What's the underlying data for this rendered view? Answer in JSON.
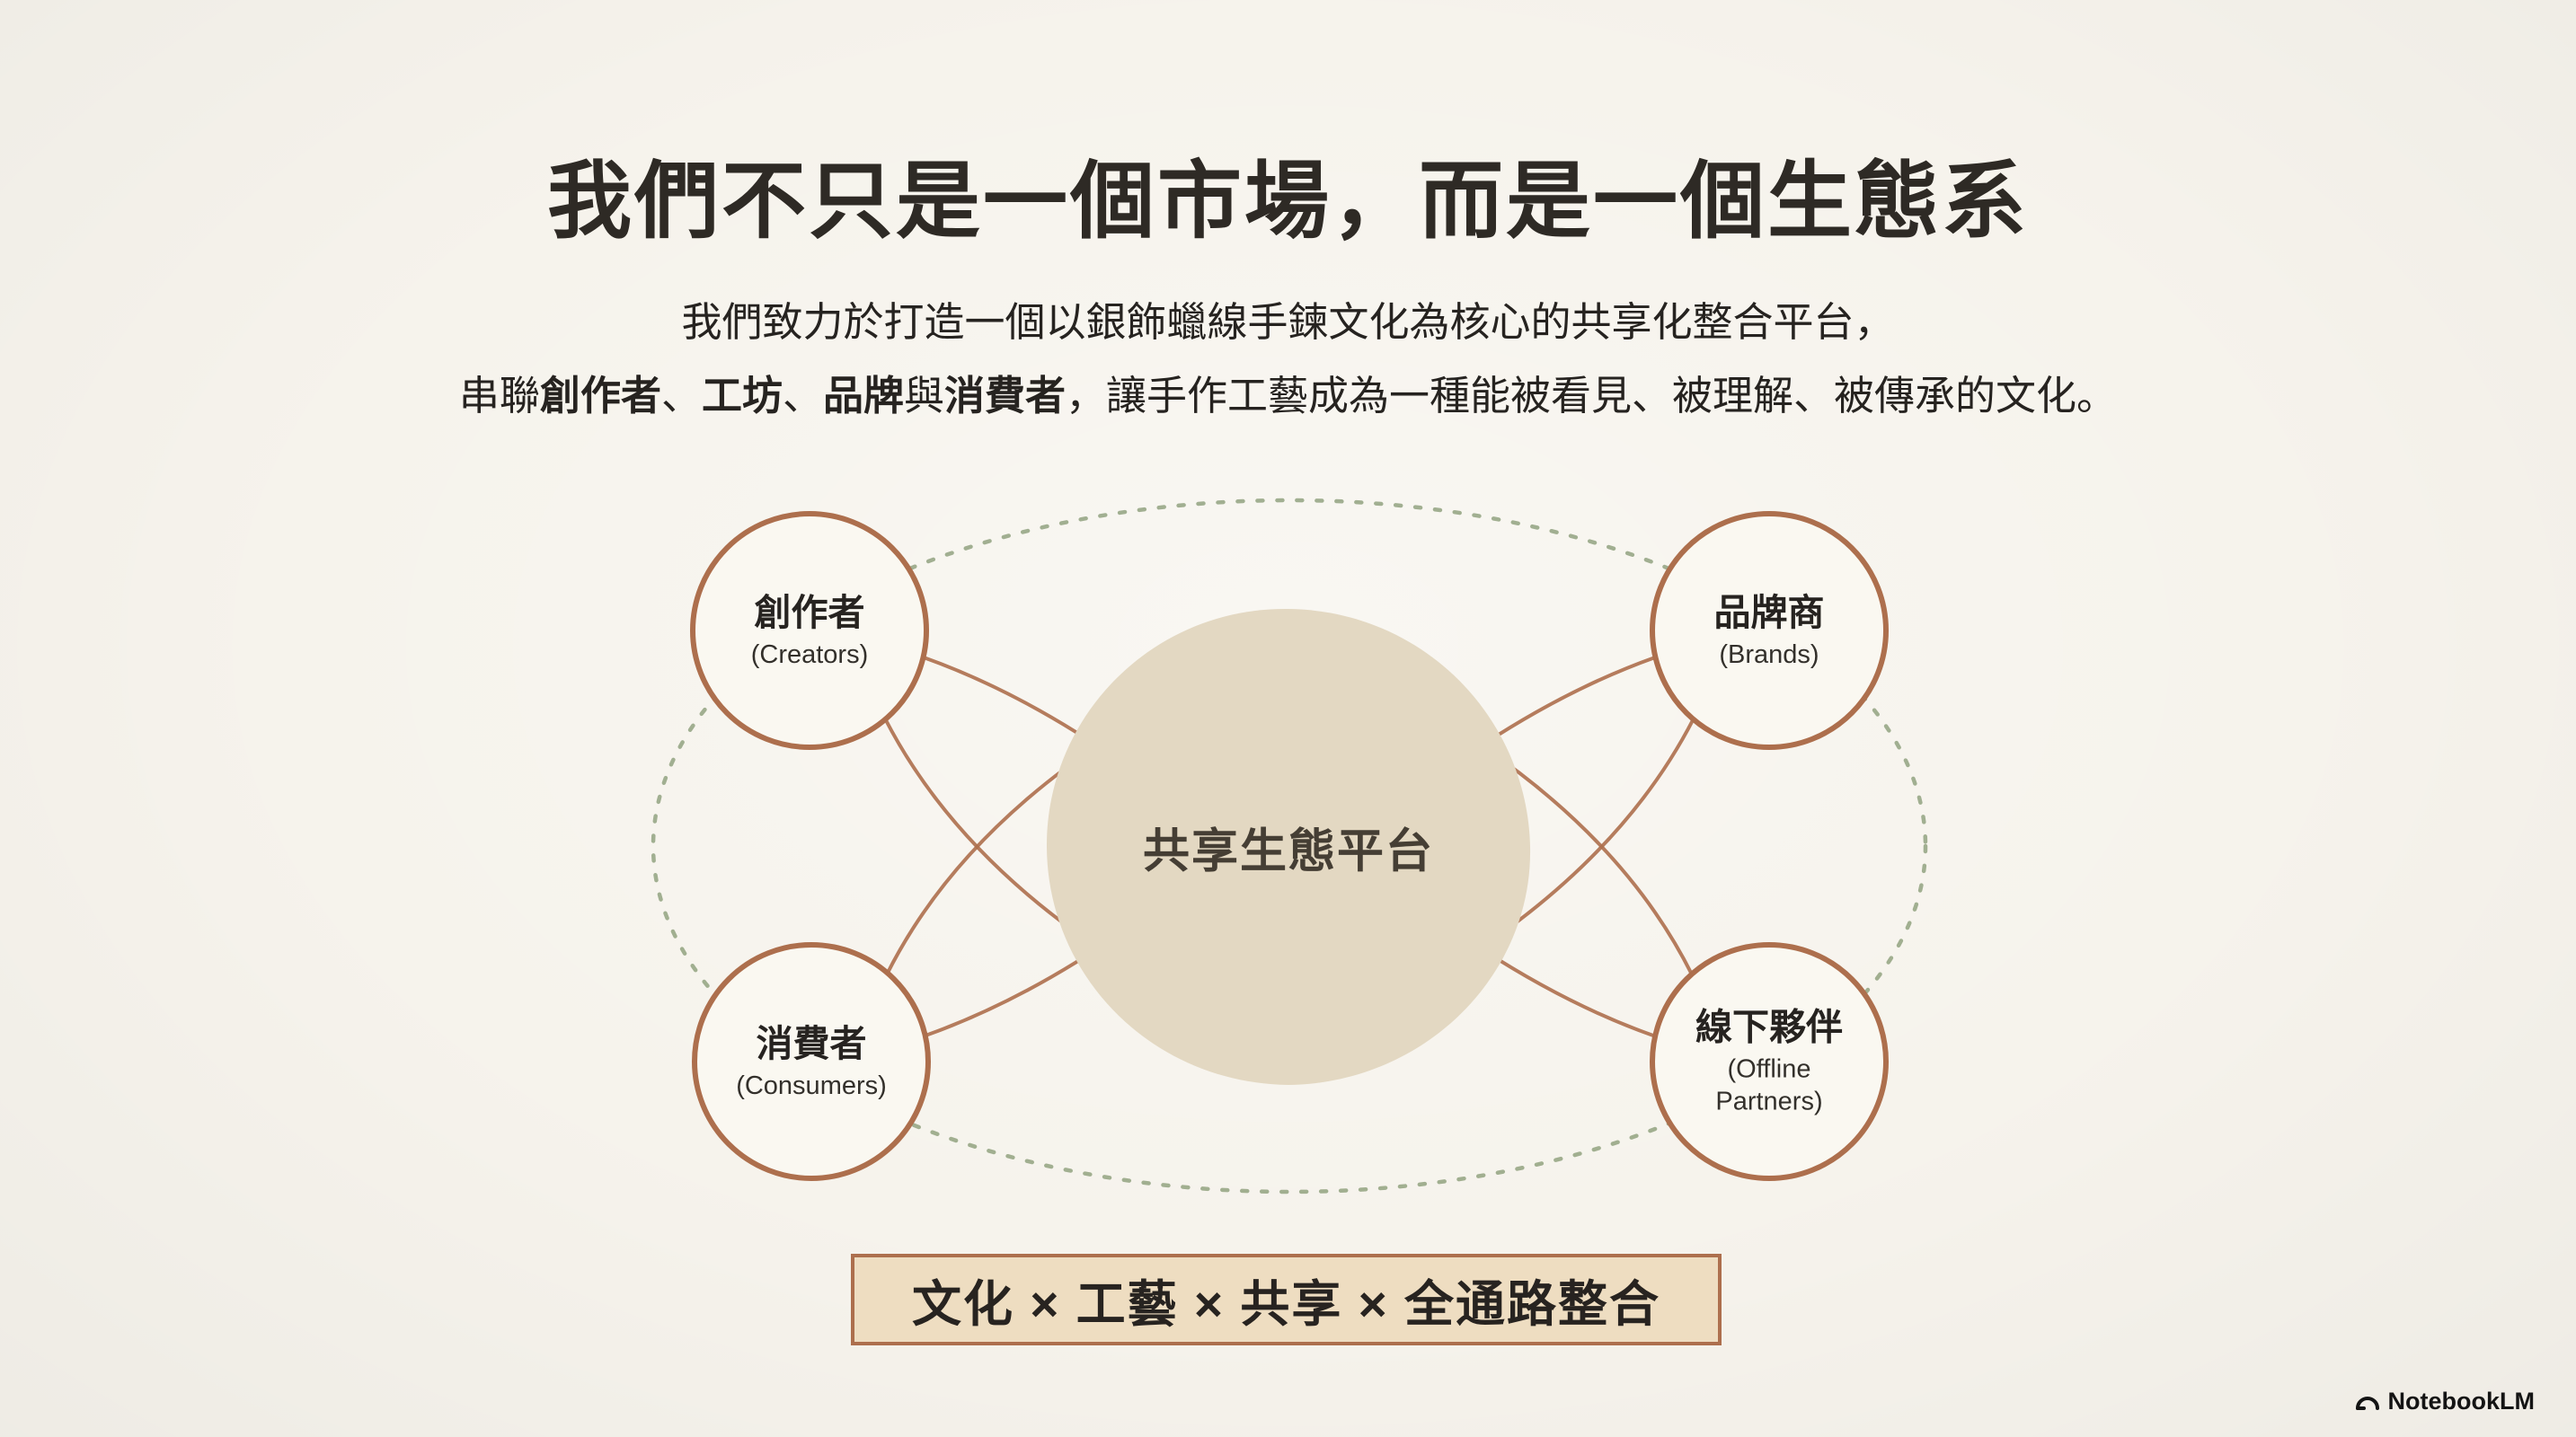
{
  "header": {
    "title": "我們不只是一個市場，而是一個生態系",
    "subtitle_line1": "我們致力於打造一個以銀飾蠟線手鍊文化為核心的共享化整合平台，",
    "subtitle_line2_segments": [
      {
        "text": "串聯",
        "bold": false
      },
      {
        "text": "創作者",
        "bold": true
      },
      {
        "text": "、",
        "bold": false
      },
      {
        "text": "工坊",
        "bold": true
      },
      {
        "text": "、",
        "bold": false
      },
      {
        "text": "品牌",
        "bold": true
      },
      {
        "text": "與",
        "bold": false
      },
      {
        "text": "消費者",
        "bold": true
      },
      {
        "text": "，讓手作工藝成為一種能被看見、被理解、被傳承的文化。",
        "bold": false
      }
    ]
  },
  "diagram": {
    "center_label": "共享生態平台",
    "nodes": [
      {
        "id": "creators",
        "zh": "創作者",
        "en": "(Creators)"
      },
      {
        "id": "brands",
        "zh": "品牌商",
        "en": "(Brands)"
      },
      {
        "id": "consumers",
        "zh": "消費者",
        "en": "(Consumers)"
      },
      {
        "id": "offline-partners",
        "zh": "線下夥伴",
        "en": "(Offline Partners)"
      }
    ]
  },
  "banner": {
    "text": "文化 × 工藝 × 共享 × 全通路整合"
  },
  "footer": {
    "brand": "NotebookLM"
  },
  "colors": {
    "bg": "#f6f3ec",
    "ink": "#2b2722",
    "accent": "#ad6f4d",
    "sage": "#9cab8b",
    "blob": "#e3d8c2",
    "banner-bg": "#eeddc1",
    "node-fill": "#faf8f1"
  }
}
